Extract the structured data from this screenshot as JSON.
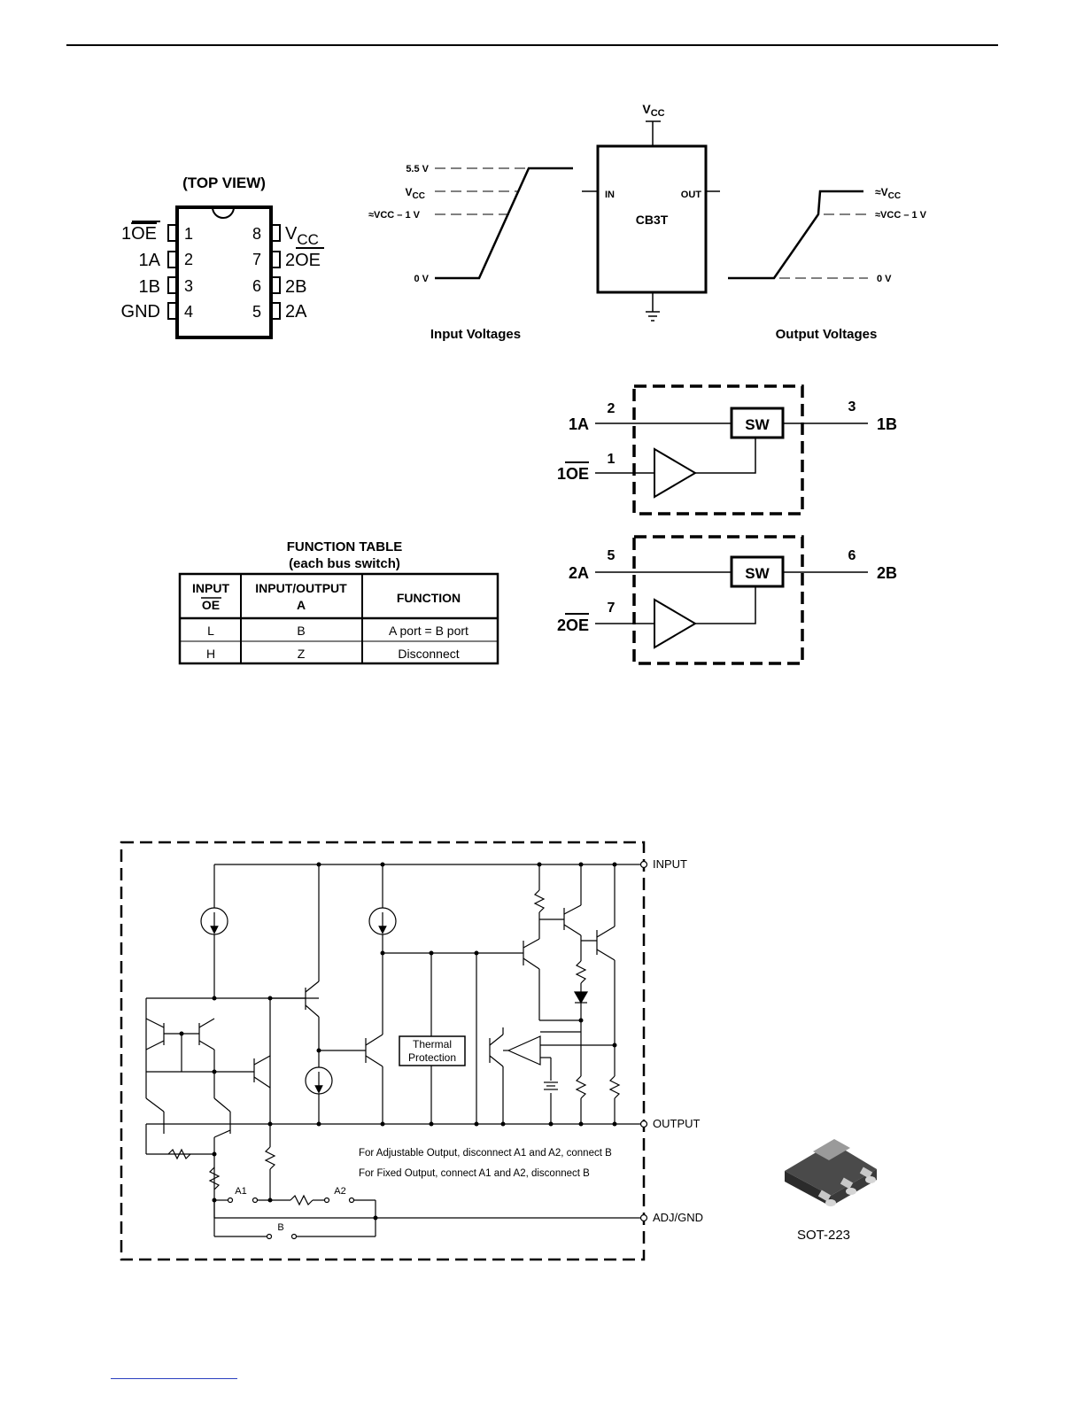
{
  "pinout": {
    "title": "(TOP VIEW)",
    "left_pins": [
      {
        "name": "1OE",
        "num": "1",
        "overline": "OE"
      },
      {
        "name": "1A",
        "num": "2"
      },
      {
        "name": "1B",
        "num": "3"
      },
      {
        "name": "GND",
        "num": "4"
      }
    ],
    "right_pins": [
      {
        "name": "VCC",
        "num": "8"
      },
      {
        "name": "2OE",
        "num": "7",
        "overline": "OE"
      },
      {
        "name": "2B",
        "num": "6"
      },
      {
        "name": "2A",
        "num": "5"
      }
    ]
  },
  "voltage_diagram": {
    "vcc_label": "VCC",
    "chip_name": "CB3T",
    "in_label": "IN",
    "out_label": "OUT",
    "input_levels": [
      "5.5 V",
      "VCC",
      "≈VCC – 1 V",
      "0 V"
    ],
    "output_levels": [
      "≈VCC",
      "≈VCC – 1 V",
      "0 V"
    ],
    "input_caption": "Input Voltages",
    "output_caption": "Output Voltages"
  },
  "function_table": {
    "title": "FUNCTION TABLE",
    "subtitle": "(each bus switch)",
    "headers": [
      "INPUT",
      "OE",
      "INPUT/OUTPUT",
      "A",
      "FUNCTION"
    ],
    "rows": [
      [
        "L",
        "B",
        "A port = B port"
      ],
      [
        "H",
        "Z",
        "Disconnect"
      ]
    ]
  },
  "logic_diagram": {
    "blocks": [
      {
        "a_label": "1A",
        "a_pin": "2",
        "b_label": "1B",
        "b_pin": "3",
        "oe_label": "1OE",
        "oe_pin": "1",
        "sw": "SW"
      },
      {
        "a_label": "2A",
        "a_pin": "5",
        "b_label": "2B",
        "b_pin": "6",
        "oe_label": "2OE",
        "oe_pin": "7",
        "sw": "SW"
      }
    ]
  },
  "regulator_schematic": {
    "terminals": [
      "INPUT",
      "OUTPUT",
      "ADJ/GND"
    ],
    "thermal_label_1": "Thermal",
    "thermal_label_2": "Protection",
    "note_1": "For Adjustable Output, disconnect A1 and A2, connect B",
    "note_2": "For Fixed Output, connect A1 and A2, disconnect B",
    "jumpers": [
      "A1",
      "A2",
      "B"
    ]
  },
  "package": {
    "name": "SOT-223"
  }
}
